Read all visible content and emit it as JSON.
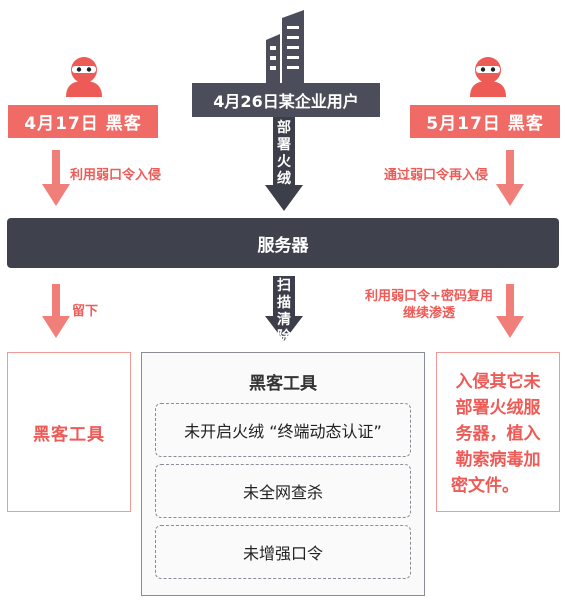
{
  "top_center": {
    "label": "4月26日某企业用户",
    "icon": "building-icon"
  },
  "left_hacker": {
    "label": "4月17日 黑客",
    "icon": "hacker-icon"
  },
  "right_hacker": {
    "label": "5月17日 黑客",
    "icon": "hacker-icon"
  },
  "edge_left_top": "利用弱口令入侵",
  "edge_right_top": "通过弱口令再入侵",
  "edge_center_top": [
    "部",
    "署",
    "火",
    "绒"
  ],
  "server": "服务器",
  "edge_left_bottom": "留下",
  "edge_center_bottom": [
    "扫",
    "描",
    "清",
    "除"
  ],
  "edge_right_bottom": {
    "line1": "利用弱口令+密码复用",
    "line2": "继续渗透"
  },
  "left_box": "黑客工具",
  "center_box": {
    "title": "黑客工具",
    "items": [
      "未开启火绒 “终端动态认证”",
      "未全网查杀",
      "未增强口令"
    ]
  },
  "right_box": {
    "lines": [
      "入侵其它未",
      "部署火绒服",
      "务器，植入",
      "勒索病毒加",
      "密文件。"
    ]
  },
  "colors": {
    "red": "#f06a66",
    "dark": "#4b4e5a",
    "server": "#3f424d",
    "arrow_red": "#f07f7a",
    "arrow_dark": "#3c3f49"
  }
}
